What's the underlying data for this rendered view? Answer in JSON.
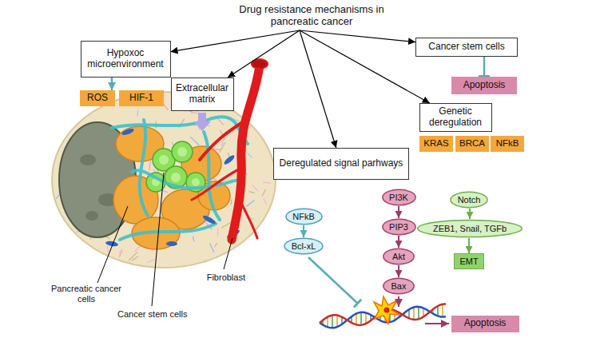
{
  "diagram": {
    "nodes": [
      {
        "text": [
          "Drug resistance mechanisms in pancreatic cancer"
        ]
      },
      {
        "text": [
          "Hypoxoc microenvironment"
        ]
      },
      {
        "text": [
          "ROS"
        ]
      },
      {
        "text": [
          "HIF-1"
        ]
      },
      {
        "text": [
          "Extracellular matrix"
        ]
      },
      {
        "text": [
          "Deregulated signal parhways"
        ]
      },
      {
        "text": [
          "Genetic deregulation"
        ]
      },
      {
        "text": [
          "KRAS"
        ]
      },
      {
        "text": [
          "BRCA"
        ]
      },
      {
        "text": [
          "NFkB"
        ]
      },
      {
        "text": [
          "Cancer stem cells"
        ]
      },
      {
        "text": [
          "Apoptosis"
        ]
      },
      {
        "text": [
          "PI3K"
        ]
      },
      {
        "text": [
          "PIP3"
        ]
      },
      {
        "text": [
          "Akt"
        ]
      },
      {
        "text": [
          "Bax"
        ]
      },
      {
        "text": [
          "Notch"
        ]
      },
      {
        "text": [
          "ZEB1, Snail, TGFb"
        ]
      },
      {
        "text": [
          "EMT"
        ]
      },
      {
        "text": [
          "NFkB"
        ]
      },
      {
        "text": [
          "Bcl-xL"
        ]
      },
      {
        "text": [
          "Apoptosis"
        ]
      }
    ],
    "edges": [
      {
        "from": 0,
        "to": 1,
        "arrow": "to"
      },
      {
        "from": 0,
        "to": 4,
        "arrow": "to"
      },
      {
        "from": 0,
        "to": 5,
        "arrow": "to"
      },
      {
        "from": 0,
        "to": 6,
        "arrow": "to"
      },
      {
        "from": 0,
        "to": 10,
        "arrow": "to"
      },
      {
        "from": 1,
        "to": 2,
        "arrow": "to"
      },
      {
        "from": 10,
        "to": 11,
        "arrow": "to"
      },
      {
        "from": 12,
        "to": 13,
        "arrow": "to"
      },
      {
        "from": 13,
        "to": 14,
        "arrow": "to"
      },
      {
        "from": 14,
        "to": 15,
        "arrow": "to"
      },
      {
        "from": 16,
        "to": 17,
        "arrow": "to"
      },
      {
        "from": 17,
        "to": 18,
        "arrow": "to"
      },
      {
        "from": 19,
        "to": 20,
        "arrow": "to"
      }
    ],
    "labels": [
      "Pancreatic cancer cells",
      "Cancer stem cells",
      "Fibroblast"
    ]
  }
}
